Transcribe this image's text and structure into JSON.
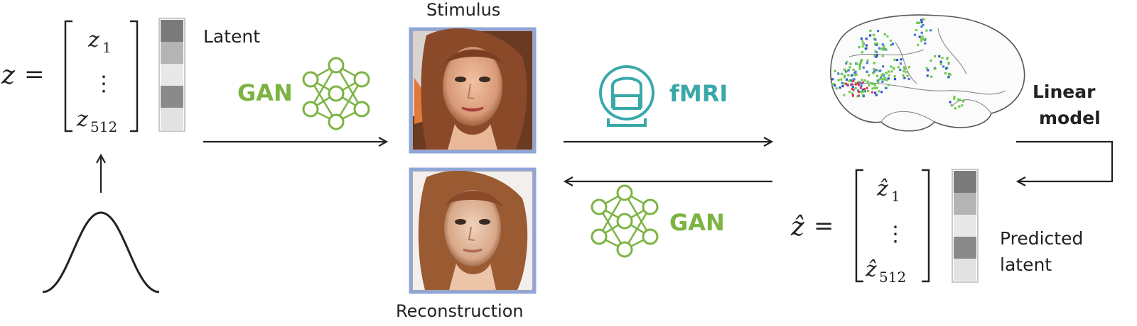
{
  "latent": {
    "var": "z",
    "eq": "=",
    "top": "z",
    "top_sub": "1",
    "dots": "⋮",
    "bottom": "z",
    "bottom_sub": "512",
    "label": "Latent",
    "swatches": [
      "#7a7a7a",
      "#b4b4b4",
      "#e8e8e8",
      "#8a8a8a",
      "#e2e2e2"
    ]
  },
  "stimulus": {
    "label": "Stimulus"
  },
  "reconstruction": {
    "label": "Reconstruction"
  },
  "gan_forward": {
    "label": "GAN"
  },
  "gan_backward": {
    "label": "GAN"
  },
  "fmri": {
    "label": "fMRI"
  },
  "linear_model": {
    "line1": "Linear",
    "line2": "model"
  },
  "predicted": {
    "var": "ẑ",
    "eq": "=",
    "top": "ẑ",
    "top_sub": "1",
    "dots": "⋮",
    "bottom": "ẑ",
    "bottom_sub": "512",
    "label_line1": "Predicted",
    "label_line2": "latent",
    "swatches": [
      "#7a7a7a",
      "#b4b4b4",
      "#e8e8e8",
      "#8a8a8a",
      "#e2e2e2"
    ]
  },
  "colors": {
    "gan": "#7cb342",
    "fmri": "#3aa8a8",
    "frame": "#8fa6d6",
    "arrow": "#222222"
  }
}
